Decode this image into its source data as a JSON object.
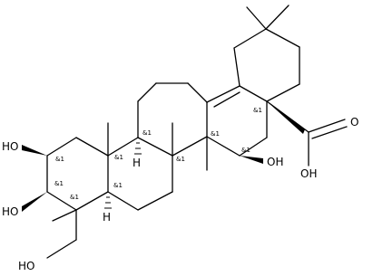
{
  "molecule": {
    "stereo_mark": "&1",
    "labels": {
      "oh_c2": "HO",
      "oh_c3": "HO",
      "oh_ch2": "HO",
      "oh_c16": "OH",
      "acid_oh": "OH",
      "acid_o": "O",
      "h_c9": "H",
      "h_c5": "H"
    }
  }
}
